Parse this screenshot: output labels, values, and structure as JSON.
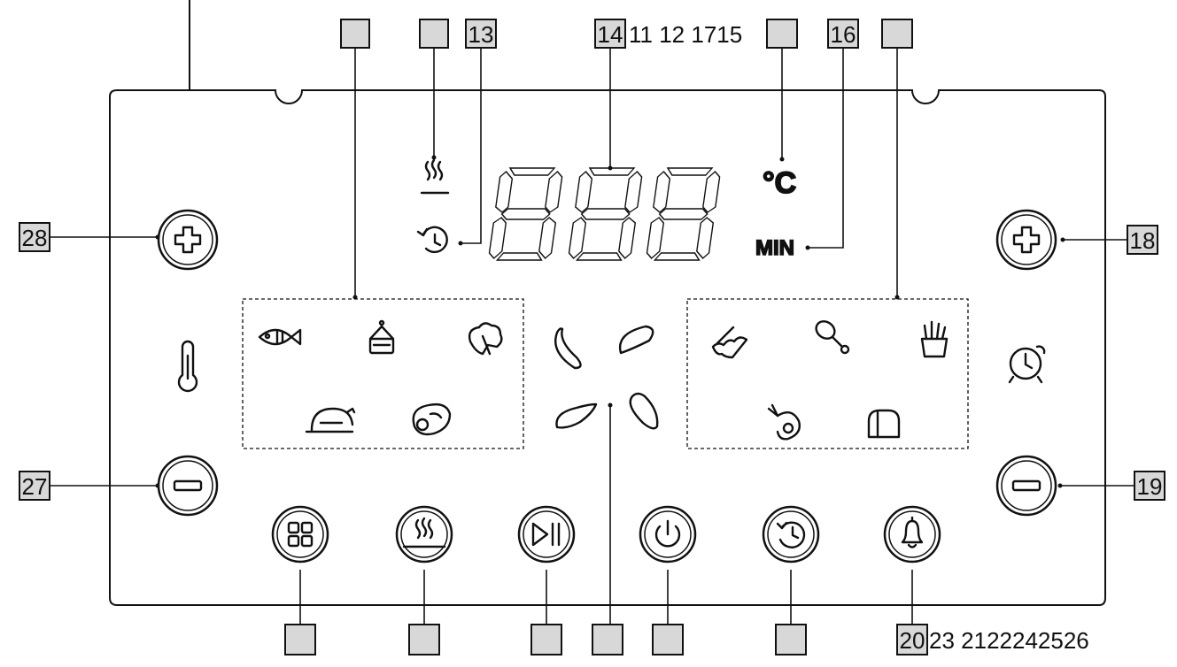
{
  "callouts": {
    "c13": "13",
    "c14": "14",
    "c16": "16",
    "c18": "18",
    "c19": "19",
    "c20": "20",
    "c27": "27",
    "c28": "28",
    "top_row_text": "11 12 1715",
    "bottom_row_text": "23 2122242526"
  },
  "display": {
    "unit_celsius": "°C",
    "unit_minutes": "MIN"
  },
  "icons": {
    "temperature_plus": "plus-icon",
    "temperature_minus": "minus-icon",
    "time_plus": "plus-icon",
    "time_minus": "minus-icon",
    "thermometer": "thermometer-icon",
    "timer": "alarm-clock-icon",
    "menu": "grid-icon",
    "preheat": "preheat-icon",
    "start_pause": "play-pause-icon",
    "power": "power-icon",
    "delay": "delay-icon",
    "reminder": "bell-icon",
    "fan": "fan-icon",
    "left_group": [
      "fish-icon",
      "cake-icon",
      "vegetable-icon",
      "chicken-icon",
      "steak-icon"
    ],
    "right_group": [
      "bacon-icon",
      "drumstick-icon",
      "fries-icon",
      "shrimp-icon",
      "bread-icon"
    ]
  }
}
